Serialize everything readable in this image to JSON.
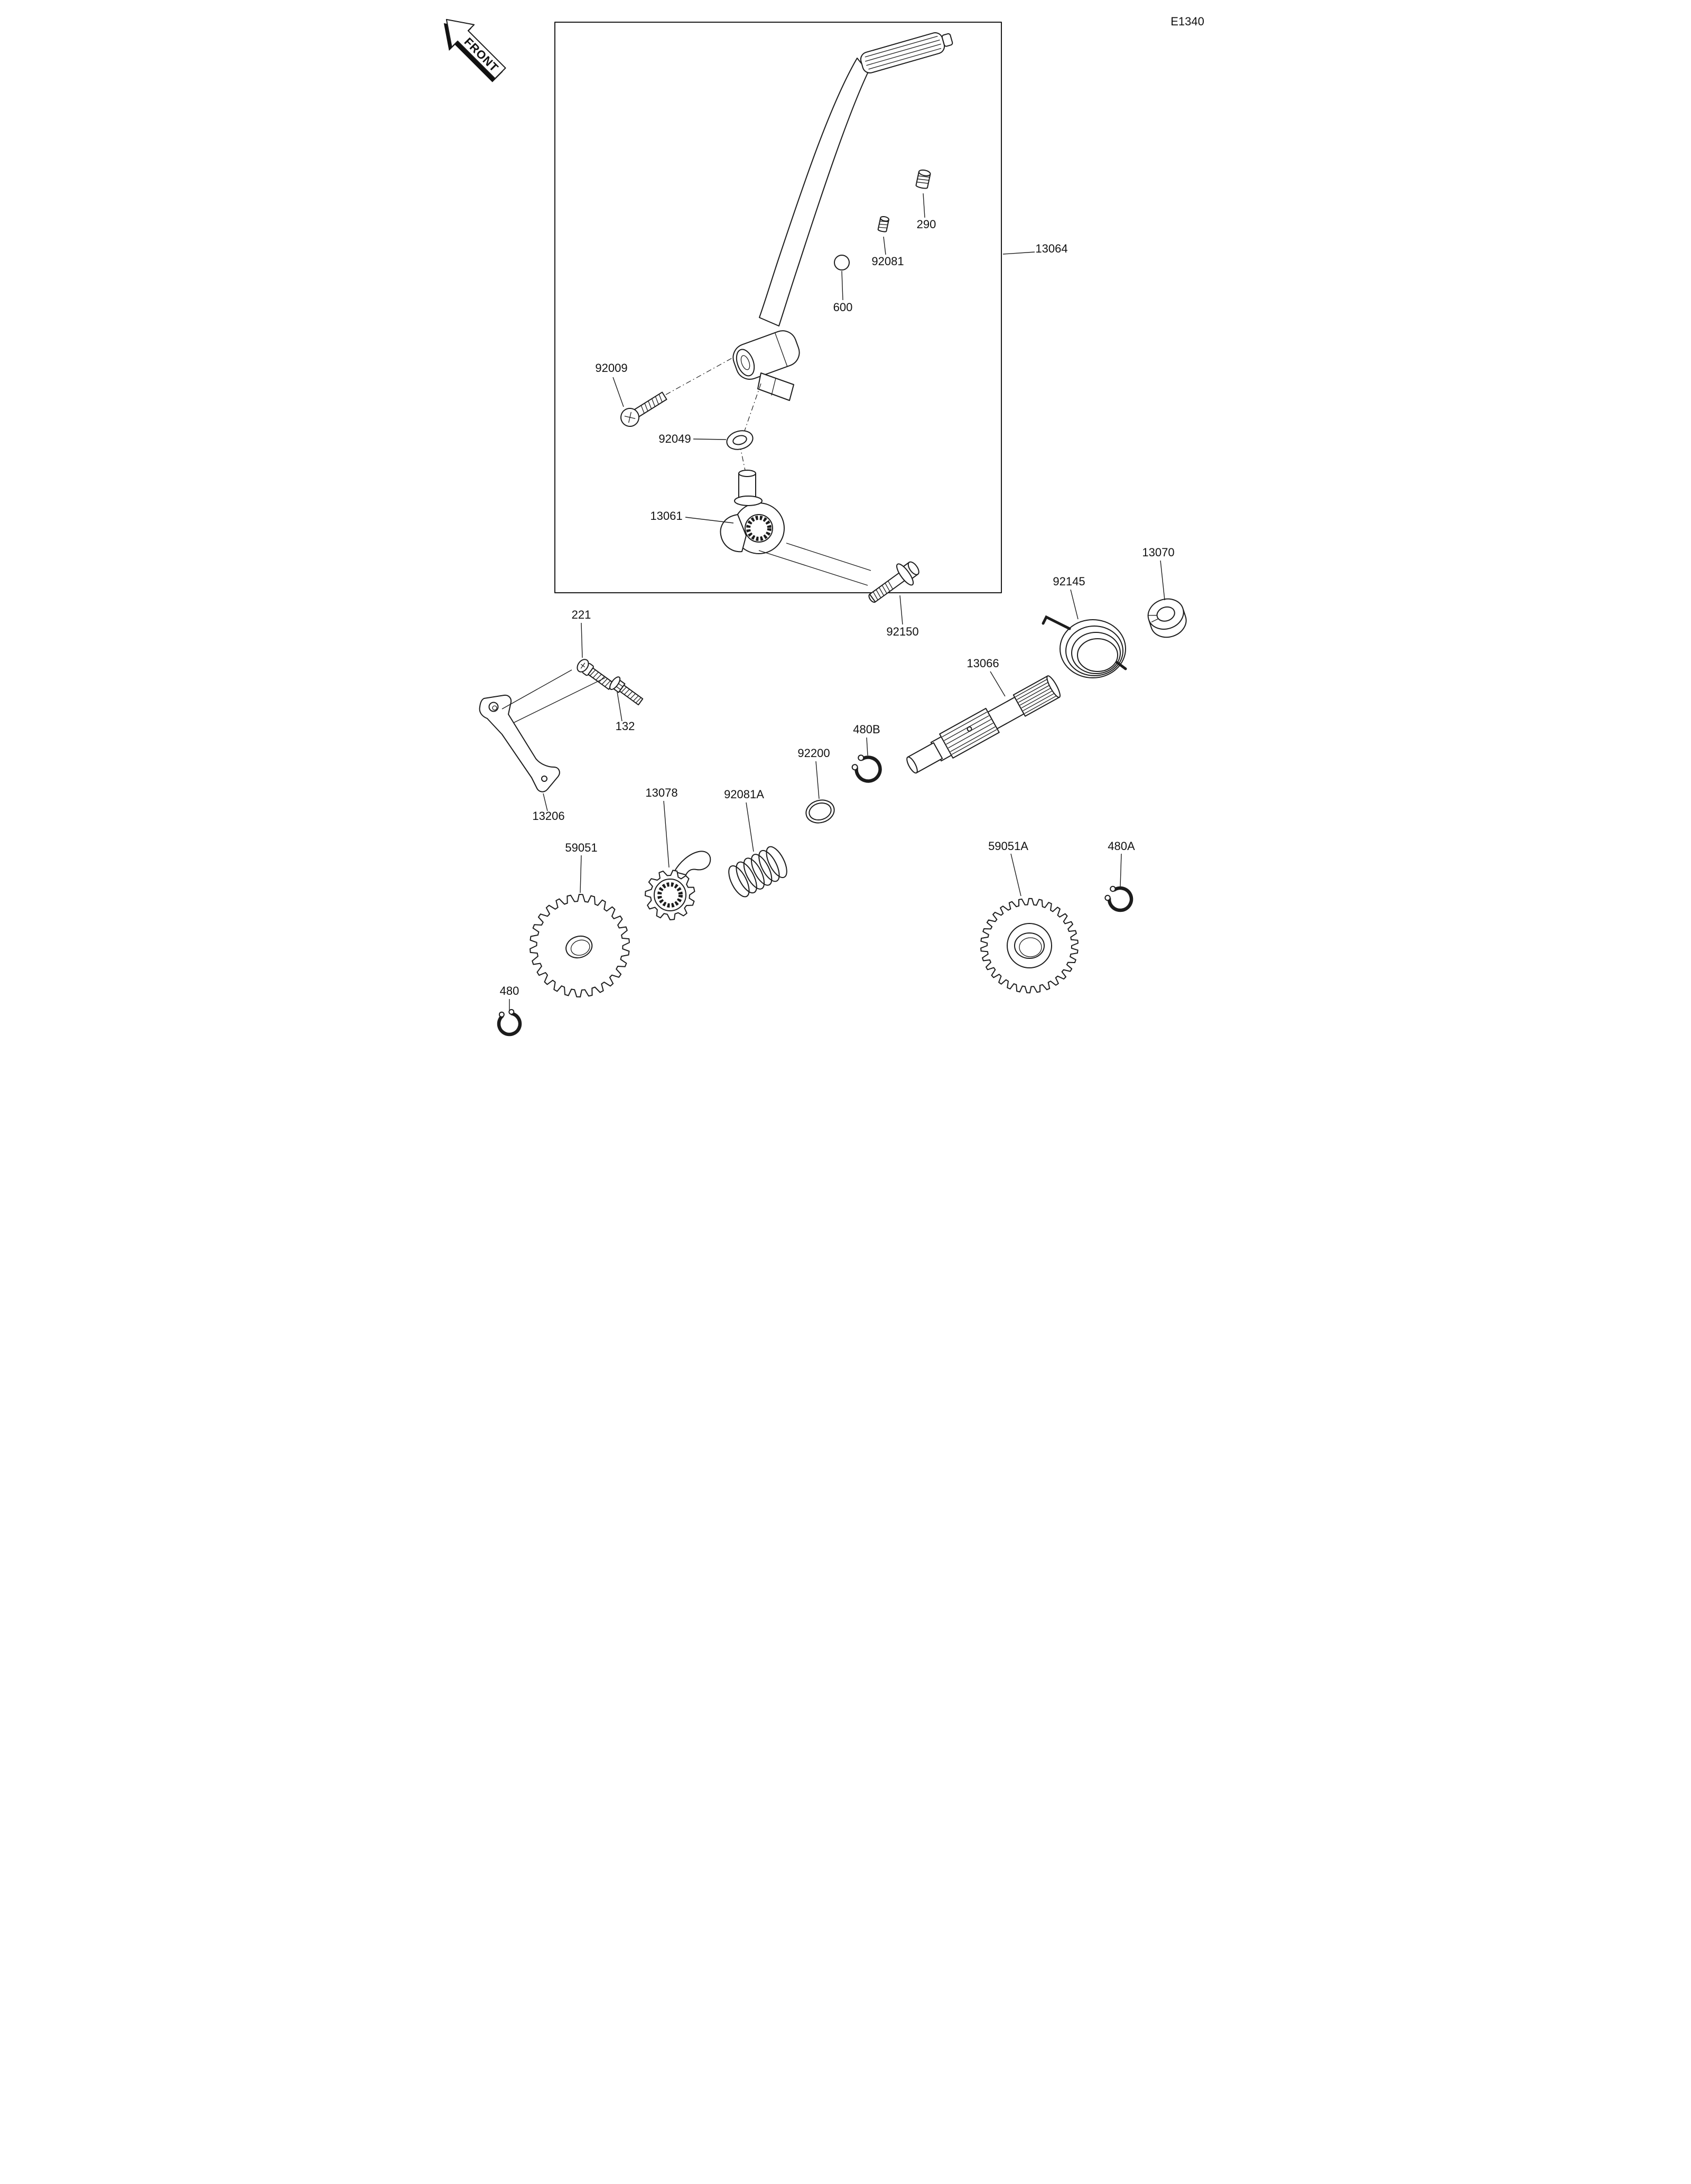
{
  "drawing": {
    "code": "E1340",
    "front_label": "FRONT",
    "line_color": "#1c1c1c",
    "background_color": "#ffffff"
  },
  "parts": {
    "p13064": "13064",
    "p290": "290",
    "p92081": "92081",
    "p600": "600",
    "p92009": "92009",
    "p92049": "92049",
    "p13061": "13061",
    "p92150": "92150",
    "p92145": "92145",
    "p13070": "13070",
    "p13066": "13066",
    "p480B": "480B",
    "p92200": "92200",
    "p221": "221",
    "p132": "132",
    "p13206": "13206",
    "p13078": "13078",
    "p92081A": "92081A",
    "p59051": "59051",
    "p480": "480",
    "p59051A": "59051A",
    "p480A": "480A"
  }
}
